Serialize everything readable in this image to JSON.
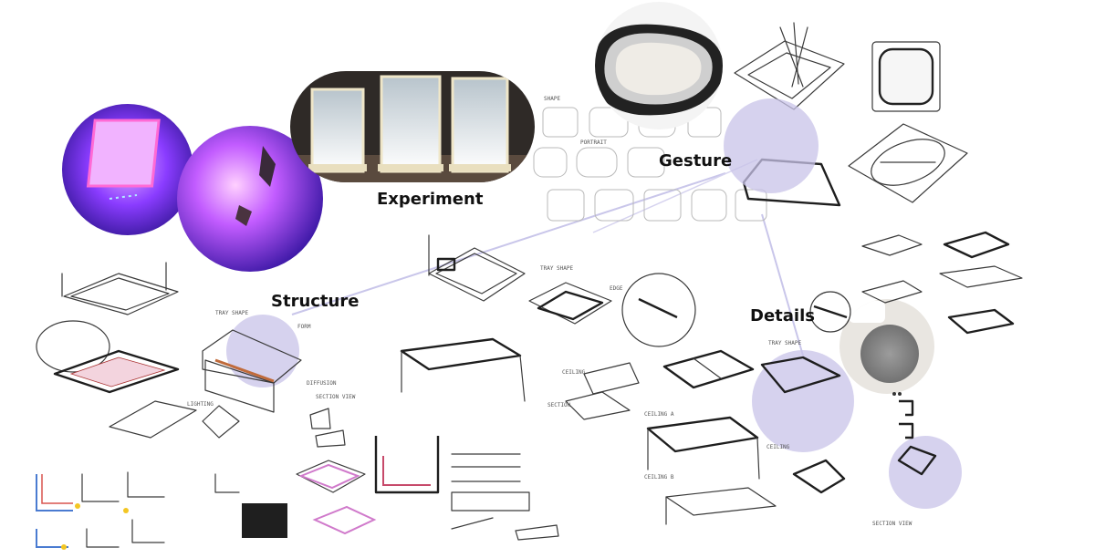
{
  "labels": {
    "experiment": "Experiment",
    "gesture": "Gesture",
    "structure": "Structure",
    "details": "Details"
  },
  "colors": {
    "highlight": "#c8c3e8",
    "connector": "#c9c6ea",
    "ink": "#3a3a3a",
    "uv_light": "#6b2cff",
    "accent_red": "#d9534f",
    "accent_yellow": "#f3c623",
    "accent_blue": "#4a7bd1"
  }
}
